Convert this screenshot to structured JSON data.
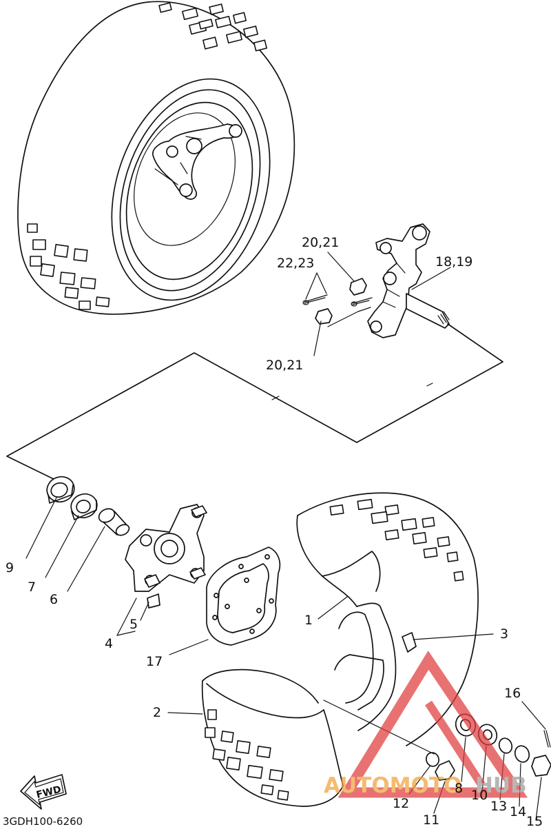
{
  "diagram": {
    "callouts": {
      "c1": "1",
      "c2": "2",
      "c3": "3",
      "c4": "4",
      "c5": "5",
      "c6": "6",
      "c7": "7",
      "c8": "8",
      "c9": "9",
      "c10": "10",
      "c11": "11",
      "c12": "12",
      "c13": "13",
      "c14": "14",
      "c15": "15",
      "c16": "16",
      "c17": "17",
      "c18_19": "18,19",
      "c20_21_top": "20,21",
      "c20_21_bottom": "20,21",
      "c22_23": "22,23"
    },
    "fwd_label": "FWD",
    "drawing_code": "3GDH100-6260"
  },
  "watermark": {
    "text_auto": "AUTOMOTO",
    "text_hub": "HUB",
    "color_red": "#e03c3c",
    "color_orange": "#f0a13a",
    "color_grey": "#9a9a9a"
  }
}
